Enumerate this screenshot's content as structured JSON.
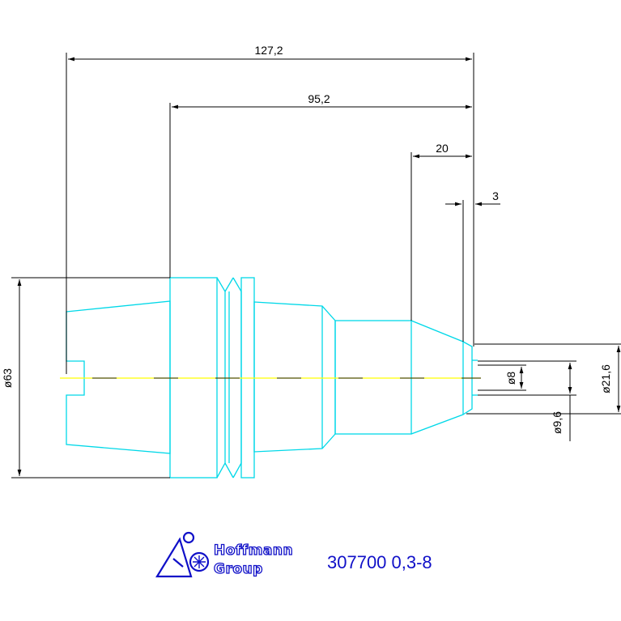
{
  "dimensions": {
    "overall_length": "127,2",
    "flange_to_nose": "95,2",
    "nose_length": "20",
    "tip_offset": "3",
    "flange_diameter": "ø63",
    "nose_diameter": "ø21,6",
    "bore_diameter": "ø8",
    "bore_outer_diameter": "ø9,6"
  },
  "logo": {
    "line1": "Hoffmann",
    "line2": "Group"
  },
  "part_number": "307700 0,3-8",
  "colors": {
    "part_outline": "#00d8e8",
    "center_line": "#ffff00",
    "dimension_lines": "#000000",
    "brand": "#1010c8"
  }
}
